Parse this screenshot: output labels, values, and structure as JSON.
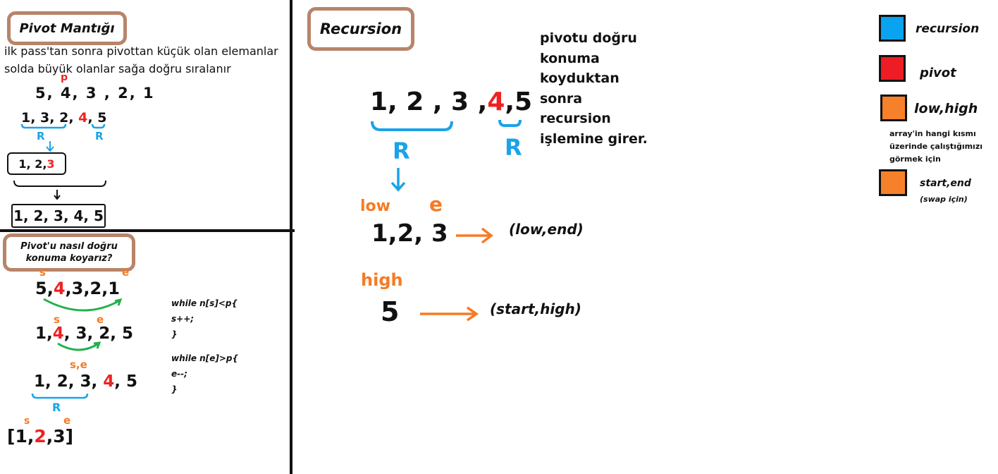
{
  "pivot_logic": {
    "title": "Pivot Mantığı",
    "desc_line1": "ilk pass'tan sonra pivottan küçük olan elemanlar",
    "desc_line2": "solda büyük olanlar sağa doğru sıralanır",
    "p_marker": "p",
    "row1": [
      "5",
      "4",
      "3",
      "2",
      "1"
    ],
    "row2_left": "1, 3, 2,",
    "row2_pivot": "4",
    "row2_right": "5",
    "r_left": "R",
    "r_right": "R",
    "box1_prefix": "1, 2,",
    "box1_pivot": "3",
    "box2": "1, 2, 3, 4, 5"
  },
  "pivot_placement": {
    "title_line1": "Pivot'u nasıl doğru",
    "title_line2": "konuma koyarız?",
    "step1": {
      "s": "s",
      "e": "e",
      "pre": "5,",
      "pivot": "4",
      "post": ",3,2,1"
    },
    "step2": {
      "s": "s",
      "e": "e",
      "pre": "1,",
      "pivot": "4",
      "post": ", 3, 2, 5"
    },
    "step3": {
      "se": "s,e",
      "pre": "1, 2, 3, ",
      "pivot": "4",
      "post": ", 5",
      "r": "R"
    },
    "step4": {
      "s": "s",
      "e": "e",
      "open": "[",
      "pre": "1,",
      "pivot": "2",
      "post": ",3",
      "close": "]"
    },
    "code1": [
      "while n[s]<p{",
      "s++;",
      "}"
    ],
    "code2": [
      "while n[e]>p{",
      "e--;",
      "}"
    ]
  },
  "recursion": {
    "title": "Recursion",
    "array_pre": "1, 2 , 3 ,",
    "array_pivot": "4",
    "array_post": ",5",
    "r_left": "R",
    "r_right": "R",
    "explain": [
      "pivotu doğru",
      "konuma",
      "koyduktan",
      "sonra",
      "recursion",
      "işlemine girer."
    ],
    "low_label": "low",
    "e_label": "e",
    "low_values": "1,2, 3",
    "low_call": "(low,end)",
    "high_label": "high",
    "high_value": "5",
    "high_call": "(start,high)"
  },
  "legend": {
    "items": [
      {
        "label": "recursion",
        "color": "#0aa3ef"
      },
      {
        "label": "pivot",
        "color": "#ee1c24"
      },
      {
        "label": "low,high",
        "color": "#f7812a"
      },
      {
        "label": "start,end",
        "color": "#f7812a"
      }
    ],
    "lowhigh_note": [
      "array'in hangi kısmı",
      "üzerinde çalıştığımızı",
      "görmek için"
    ],
    "startend_note": "(swap için)"
  }
}
